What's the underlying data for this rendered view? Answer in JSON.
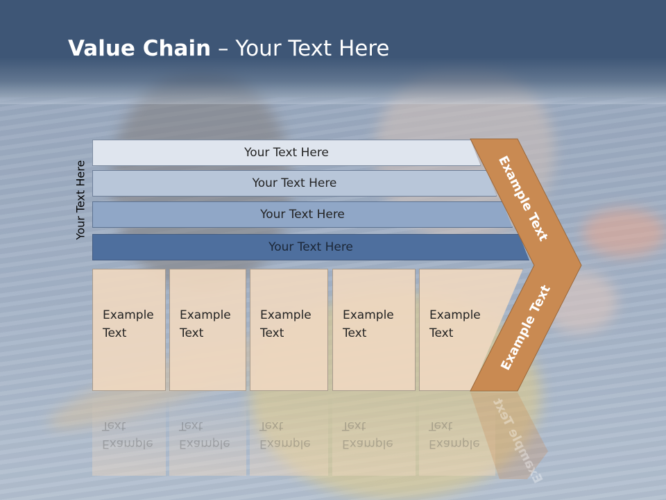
{
  "title": {
    "bold": "Value Chain",
    "rest": " – Your Text Here"
  },
  "side_label": "Your Text Here",
  "bars": [
    "Your Text Here",
    "Your Text Here",
    "Your Text Here",
    "Your Text Here"
  ],
  "cells": [
    {
      "line1": "Example",
      "line2": "Text"
    },
    {
      "line1": "Example",
      "line2": "Text"
    },
    {
      "line1": "Example",
      "line2": "Text"
    },
    {
      "line1": "Example",
      "line2": "Text"
    },
    {
      "line1": "Example",
      "line2": "Text"
    }
  ],
  "chevron": {
    "upper": "Example Text",
    "lower": "Example Text",
    "color": "#c98a52"
  }
}
